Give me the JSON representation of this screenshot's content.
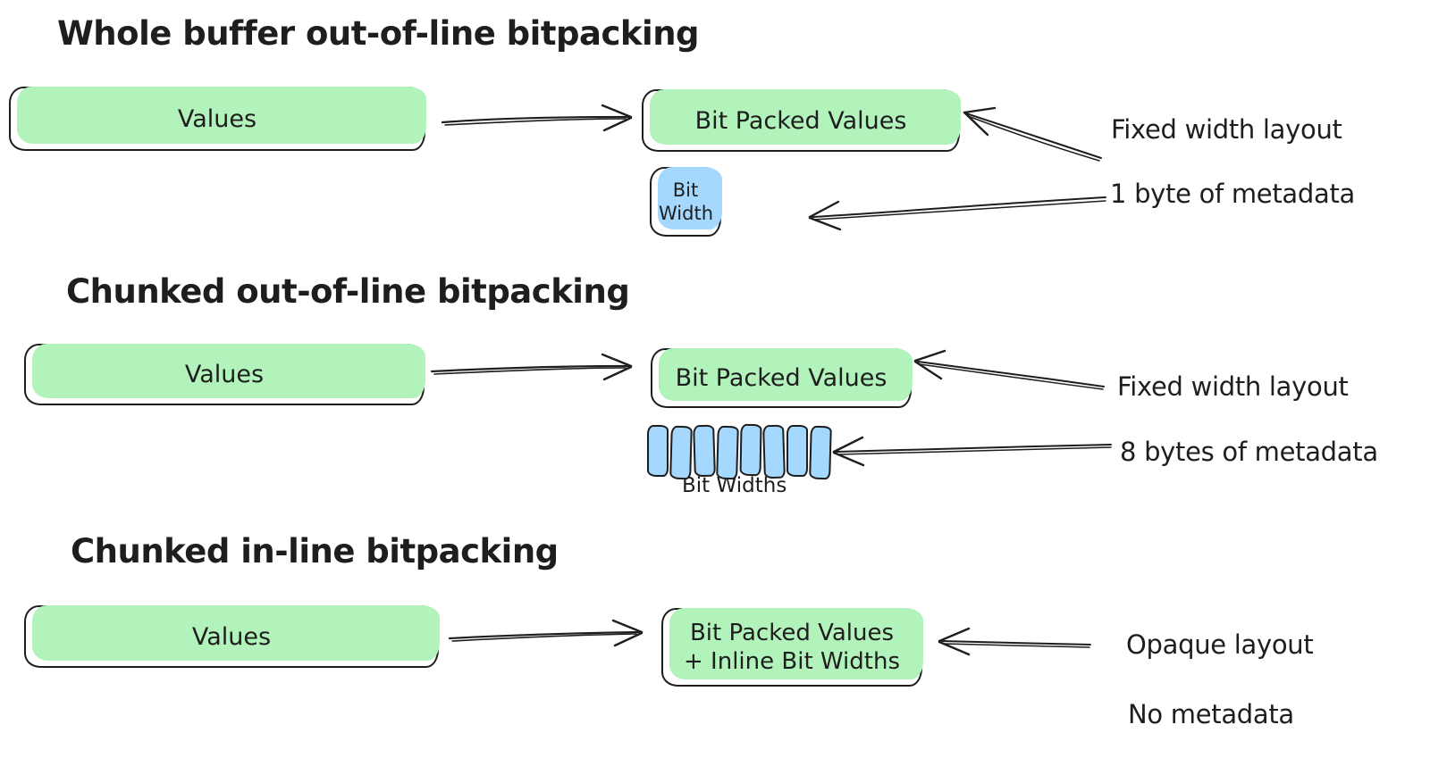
{
  "colors": {
    "green": "#b2f2bb",
    "blue": "#a5d8ff",
    "stroke": "#1e1e1e"
  },
  "sections": [
    {
      "title": "Whole buffer out-of-line bitpacking",
      "values_label": "Values",
      "packed_label": "Bit Packed Values",
      "bit_width_label": "Bit Width",
      "layout_note": "Fixed width layout",
      "metadata_note": "1 byte of metadata"
    },
    {
      "title": "Chunked out-of-line bitpacking",
      "values_label": "Values",
      "packed_label": "Bit Packed Values",
      "bit_widths_label": "Bit Widths",
      "bit_width_cell_count": 8,
      "layout_note": "Fixed width layout",
      "metadata_note": "8 bytes of metadata"
    },
    {
      "title": "Chunked in-line bitpacking",
      "values_label": "Values",
      "packed_label_line1": "Bit Packed Values",
      "packed_label_line2": "+ Inline Bit Widths",
      "layout_note": "Opaque layout",
      "metadata_note": "No metadata"
    }
  ]
}
